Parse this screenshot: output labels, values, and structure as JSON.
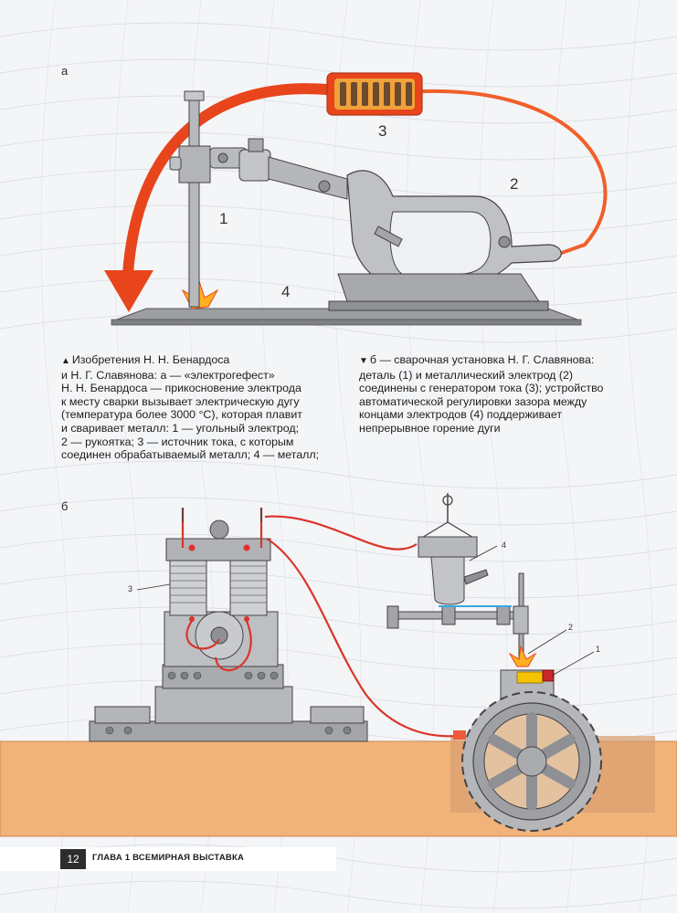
{
  "figure_a": {
    "letter": "а",
    "labels": {
      "n1": "1",
      "n2": "2",
      "n3": "3",
      "n4": "4"
    }
  },
  "figure_b": {
    "letter": "б",
    "labels": {
      "n1": "1",
      "n2": "2",
      "n3": "3",
      "n4": "4"
    }
  },
  "caption_left": {
    "lines": [
      "Изобретения Н. Н. Бенардоса",
      "и Н. Г. Славянова: а — «электрогефест»",
      "Н. Н. Бенардоса — прикосновение электрода",
      "к месту сварки вызывает электрическую дугу",
      "(температура более 3000 °С), которая плавит",
      "и сваривает металл: 1 — угольный электрод;",
      "2 — рукоятка; 3 — источник тока, с которым",
      "соединен обрабатываемый металл; 4 — металл;"
    ]
  },
  "caption_right": {
    "lines": [
      "б — сварочная установка Н. Г. Славянова:",
      "деталь (1) и металлический электрод (2)",
      "соединены с генератором тока (3); устройство",
      "автоматической регулировки зазора между",
      "концами электродов (4) поддерживает",
      "непрерывное горение дуги"
    ]
  },
  "footer": {
    "page_number": "12",
    "chapter": "ГЛАВА 1  ВСЕМИРНАЯ ВЫСТАВКА"
  },
  "colors": {
    "arrow": "#e8451c",
    "cable": "#d9352a",
    "metal": "#a9abaf",
    "ground": "#f2b37a",
    "spark": "#ffb020"
  }
}
